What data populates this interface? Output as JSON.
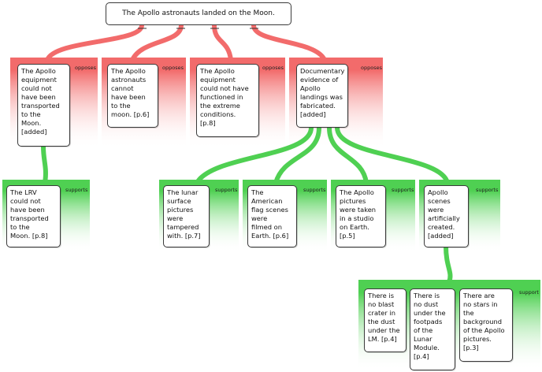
{
  "colors": {
    "oppose": "#f26b6b",
    "support": "#4fd052",
    "border": "#3a3a3a"
  },
  "root": {
    "text": "The Apollo astronauts landed on the Moon."
  },
  "objections": [
    {
      "id": "o1",
      "label": "opposes",
      "text": "The Apollo\nequipment\ncould not\nhave been\ntransported\nto the\nMoon.\n[added]"
    },
    {
      "id": "o2",
      "label": "opposes",
      "text": "The Apollo\nastronauts\ncannot\nhave been\nto the\nmoon. [p.6]"
    },
    {
      "id": "o3",
      "label": "opposes",
      "text": "The Apollo\nequipment\ncould not have\nfunctioned in\nthe extreme\nconditions.\n[p.8]"
    },
    {
      "id": "o4",
      "label": "opposes",
      "text": "Documentary\nevidence of\nApollo\nlandings was\nfabricated.\n[added]"
    }
  ],
  "reasons_level2": [
    {
      "id": "s1",
      "label": "supports",
      "text": "The LRV\ncould not\nhave been\ntransported\nto the\nMoon. [p.8]"
    },
    {
      "id": "s2",
      "label": "supports",
      "text": "The lunar\nsurface\npictures\nwere\ntampered\nwith. [p.7]"
    },
    {
      "id": "s3",
      "label": "supports",
      "text": "The\nAmerican\nflag scenes\nwere\nfilmed on\nEarth. [p.6]"
    },
    {
      "id": "s4",
      "label": "supports",
      "text": "The Apollo\npictures\nwere taken\nin a studio\non Earth.\n[p.5]"
    },
    {
      "id": "s5",
      "label": "supports",
      "text": "Apollo\nscenes\nwere\nartificially\ncreated.\n[added]"
    }
  ],
  "reasons_level3": {
    "label": "support",
    "items": [
      {
        "id": "t1",
        "text": "There is\nno blast\ncrater in\nthe dust\nunder the\nLM. [p.4]"
      },
      {
        "id": "t2",
        "text": "There is\nno dust\nunder the\nfootpads\nof the\nLunar\nModule.\n[p.4]"
      },
      {
        "id": "t3",
        "text": "There are\nno stars in\nthe\nbackground\nof the Apollo\npictures.\n[p.3]"
      }
    ]
  }
}
